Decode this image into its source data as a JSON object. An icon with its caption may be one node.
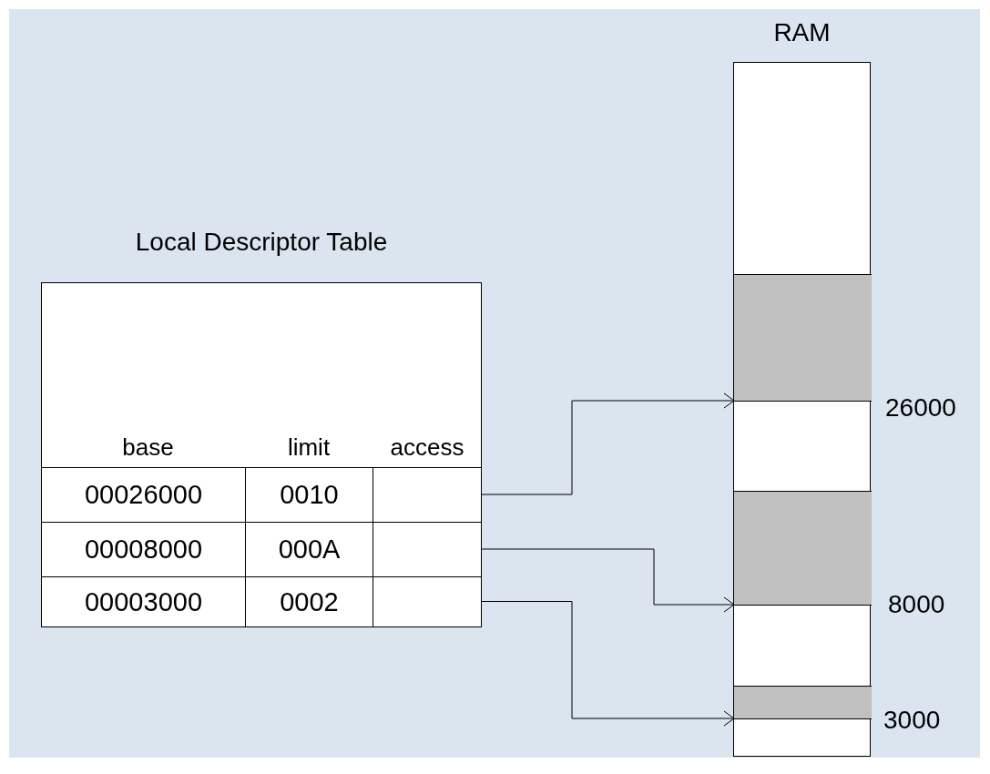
{
  "diagram": {
    "nodes": [
      {
        "text": [
          "Local Descriptor Table"
        ]
      },
      {
        "text": [],
        "shape": "box",
        "in": 0
      },
      {
        "text": [],
        "shape": "box",
        "in": 0
      },
      {
        "text": [],
        "shape": "box",
        "in": 0
      },
      {
        "text": [
          "RAM"
        ]
      },
      {
        "text": [],
        "shape": "box",
        "in": 4,
        "beside": [
          "26000"
        ]
      },
      {
        "text": [],
        "shape": "box",
        "in": 4,
        "beside": [
          "8000"
        ]
      },
      {
        "text": [],
        "shape": "box",
        "in": 4,
        "beside": [
          "3000"
        ]
      }
    ],
    "edges": [
      {
        "from": 1,
        "to": 5,
        "arrow": "to"
      },
      {
        "from": 2,
        "to": 6,
        "arrow": "to"
      },
      {
        "from": 3,
        "to": 7,
        "arrow": "to"
      }
    ],
    "labels": [
      "base",
      "limit",
      "access",
      "00026000",
      "0010",
      "00008000",
      "000A",
      "00003000",
      "0002"
    ]
  }
}
